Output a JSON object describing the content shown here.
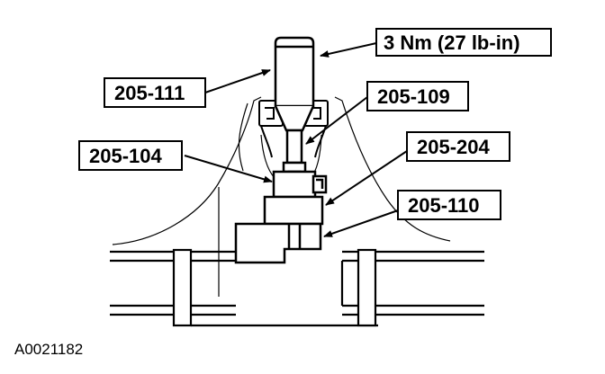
{
  "diagram": {
    "callouts": {
      "torque": "3 Nm (27 lb-in)",
      "tool_205_111": "205-111",
      "tool_205_109": "205-109",
      "tool_205_104": "205-104",
      "tool_205_204": "205-204",
      "tool_205_110": "205-110"
    },
    "figure_id": "A0021182"
  },
  "colors": {
    "line": "#000000",
    "background": "#ffffff"
  }
}
